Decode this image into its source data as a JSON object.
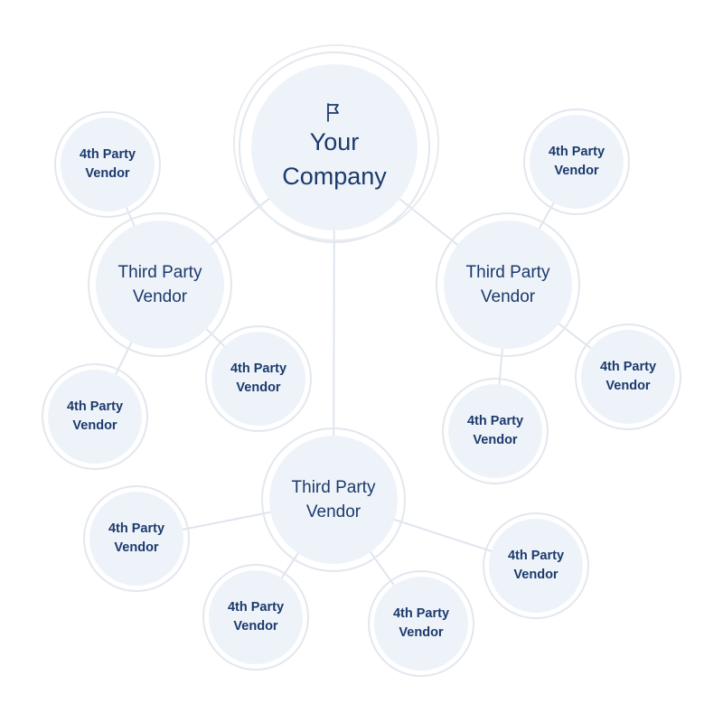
{
  "hub": {
    "line1": "Your",
    "line2": "Company",
    "icon": "flag-icon"
  },
  "third_party": [
    {
      "line1": "Third Party",
      "line2": "Vendor"
    },
    {
      "line1": "Third Party",
      "line2": "Vendor"
    },
    {
      "line1": "Third Party",
      "line2": "Vendor"
    }
  ],
  "fourth_party": [
    {
      "line1": "4th Party",
      "line2": "Vendor"
    },
    {
      "line1": "4th Party",
      "line2": "Vendor"
    },
    {
      "line1": "4th Party",
      "line2": "Vendor"
    },
    {
      "line1": "4th Party",
      "line2": "Vendor"
    },
    {
      "line1": "4th Party",
      "line2": "Vendor"
    },
    {
      "line1": "4th Party",
      "line2": "Vendor"
    },
    {
      "line1": "4th Party",
      "line2": "Vendor"
    },
    {
      "line1": "4th Party",
      "line2": "Vendor"
    },
    {
      "line1": "4th Party",
      "line2": "Vendor"
    },
    {
      "line1": "4th Party",
      "line2": "Vendor"
    }
  ],
  "colors": {
    "node_fill": "#eef3fa",
    "ring": "#e3e7ee",
    "link": "#dfe5ee",
    "text": "#1b3a6b"
  }
}
